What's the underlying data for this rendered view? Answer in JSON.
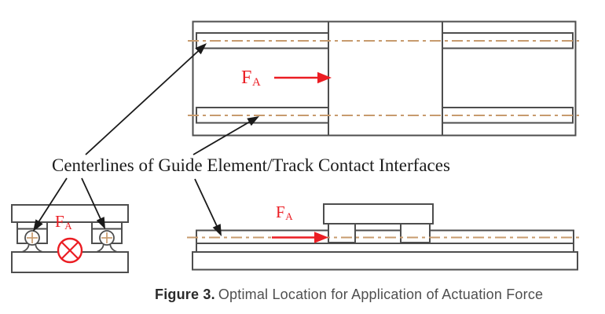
{
  "colors": {
    "line_gray": "#4e4e4e",
    "centerline_tan": "#c79b6e",
    "accent_red": "#eb1d23",
    "text_black": "#1c1c1c",
    "caption_dark": "#2b2b2b",
    "caption_gray": "#4f4f4f",
    "bg": "#ffffff"
  },
  "labels": {
    "centerlines": "Centerlines of Guide Element/Track Contact Interfaces"
  },
  "force": {
    "symbol": "F",
    "subscript": "A"
  },
  "caption": {
    "figure": "Figure 3.",
    "title": "Optimal Location for Application of Actuation Force"
  },
  "symbols": {
    "actuation_force": "red-right-arrow-icon",
    "force_into_page": "circle-x-icon",
    "centerline_style": "tan-dash-dot-line",
    "ball_contact_marker": "tan-plus-cross-icon",
    "callout_pointer": "black-arrow-icon"
  }
}
